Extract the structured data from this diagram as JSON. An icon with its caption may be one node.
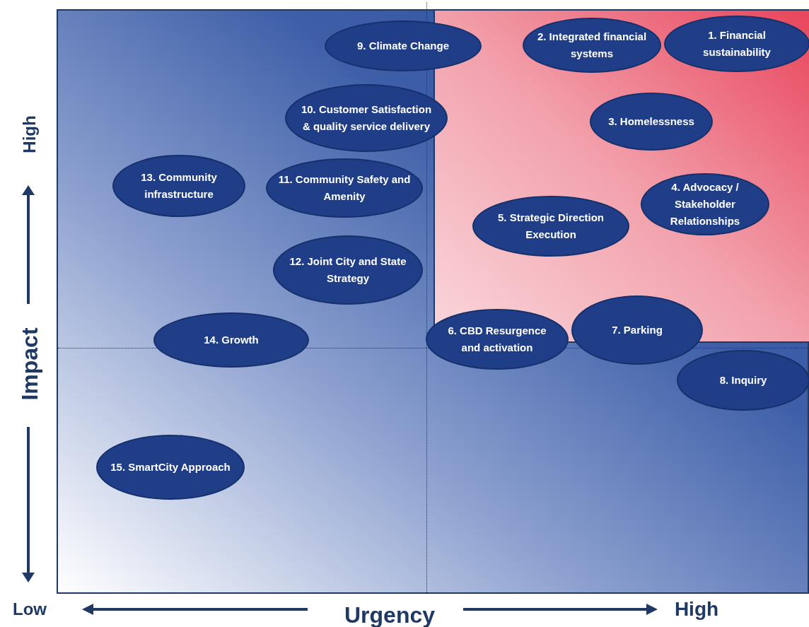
{
  "diagram": {
    "nodes": [
      {
        "text": [
          "1. Financial sustainability"
        ]
      },
      {
        "text": [
          "2. Integrated financial systems"
        ]
      },
      {
        "text": [
          "3. Homelessness"
        ]
      },
      {
        "text": [
          "4. Advocacy / Stakeholder Relationships"
        ]
      },
      {
        "text": [
          "5. Strategic Direction Execution"
        ]
      },
      {
        "text": [
          "6. CBD Resurgence and activation"
        ]
      },
      {
        "text": [
          "7. Parking"
        ]
      },
      {
        "text": [
          "8. Inquiry"
        ]
      },
      {
        "text": [
          "9. Climate Change"
        ]
      },
      {
        "text": [
          "10. Customer Satisfaction & quality service delivery"
        ]
      },
      {
        "text": [
          "11. Community Safety and Amenity"
        ]
      },
      {
        "text": [
          "12. Joint City and State Strategy"
        ]
      },
      {
        "text": [
          "13. Community infrastructure"
        ]
      },
      {
        "text": [
          "14. Growth"
        ]
      },
      {
        "text": [
          "15. SmartCity Approach"
        ]
      }
    ],
    "labels": [
      "High",
      "Impact",
      "Low",
      "Urgency",
      "High"
    ]
  }
}
